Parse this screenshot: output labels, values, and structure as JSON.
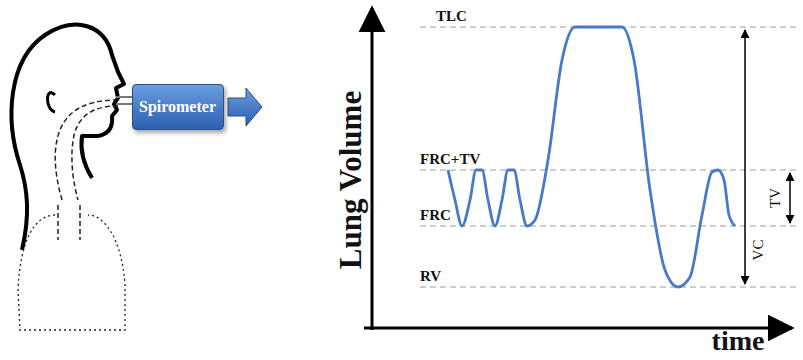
{
  "diagram": {
    "nodes": [
      {
        "text": [
          "Spirometer"
        ]
      }
    ],
    "labels": [
      "Lung Volume",
      "time",
      "TLC",
      "FRC+TV",
      "FRC",
      "RV",
      "VC",
      "TV"
    ]
  }
}
